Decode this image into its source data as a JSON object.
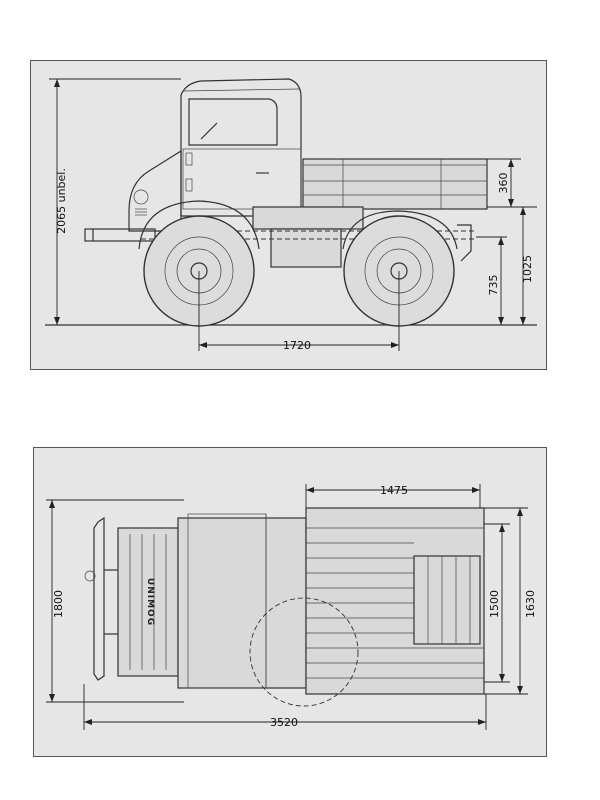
{
  "side_view": {
    "dim_height_total": "2065 unbel.",
    "dim_bed_height": "360",
    "dim_platform_height": "1025",
    "dim_axle_height": "735",
    "dim_wheelbase": "1720"
  },
  "top_view": {
    "dim_bed_length": "1475",
    "dim_total_width": "1800",
    "dim_bed_inner_width": "1500",
    "dim_bed_outer_width": "1630",
    "dim_total_length": "3520",
    "brand_text": "UNIMOG"
  }
}
